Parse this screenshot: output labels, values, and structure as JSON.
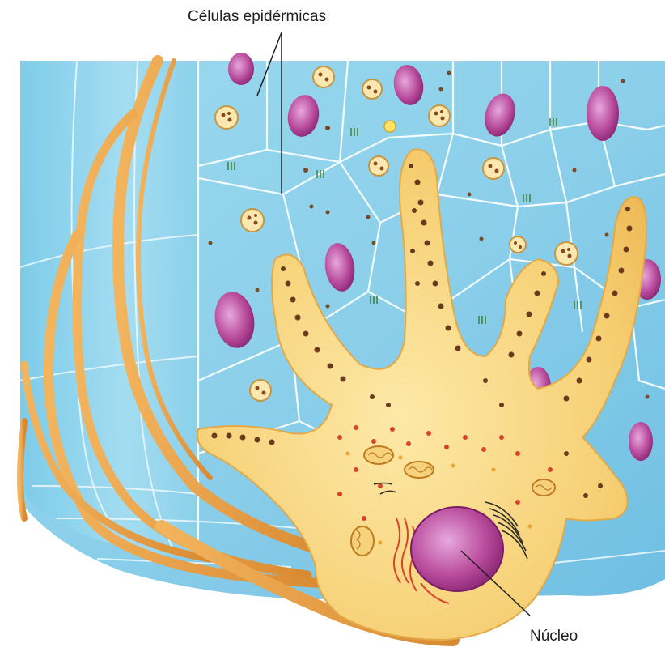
{
  "labels": {
    "epidermal_cells": "Células epidérmicas",
    "nucleus": "Núcleo"
  },
  "colors": {
    "epidermis_blue": "#8fd3ec",
    "epidermis_light": "#bfe9f7",
    "cell_border": "#f2fbff",
    "dendritic_cell": "#f4c766",
    "dendritic_cell_light": "#fbe6a4",
    "nerve_fiber": "#e39a3e",
    "nucleus_magenta": "#b0348f",
    "granule_dark": "#6b3a1e",
    "granule_red": "#d9432b"
  },
  "icons": [
    "leader-line"
  ]
}
